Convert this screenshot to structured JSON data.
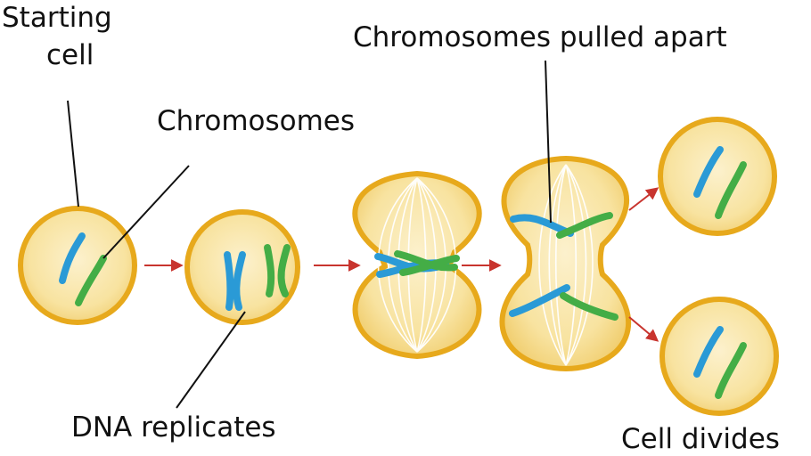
{
  "labels": {
    "starting_cell_line1": "Starting",
    "starting_cell_line2": "cell",
    "chromosomes": "Chromosomes",
    "dna_replicates": "DNA replicates",
    "chromosomes_pulled_apart": "Chromosomes pulled apart",
    "cell_divides": "Cell divides"
  },
  "colors": {
    "cell_fill": "#f8e3a0",
    "cell_outline": "#e7a91c",
    "chromosome_blue": "#2a9ad6",
    "chromosome_green": "#44ad46",
    "arrow": "#c8342e",
    "leader_line": "#111111"
  }
}
